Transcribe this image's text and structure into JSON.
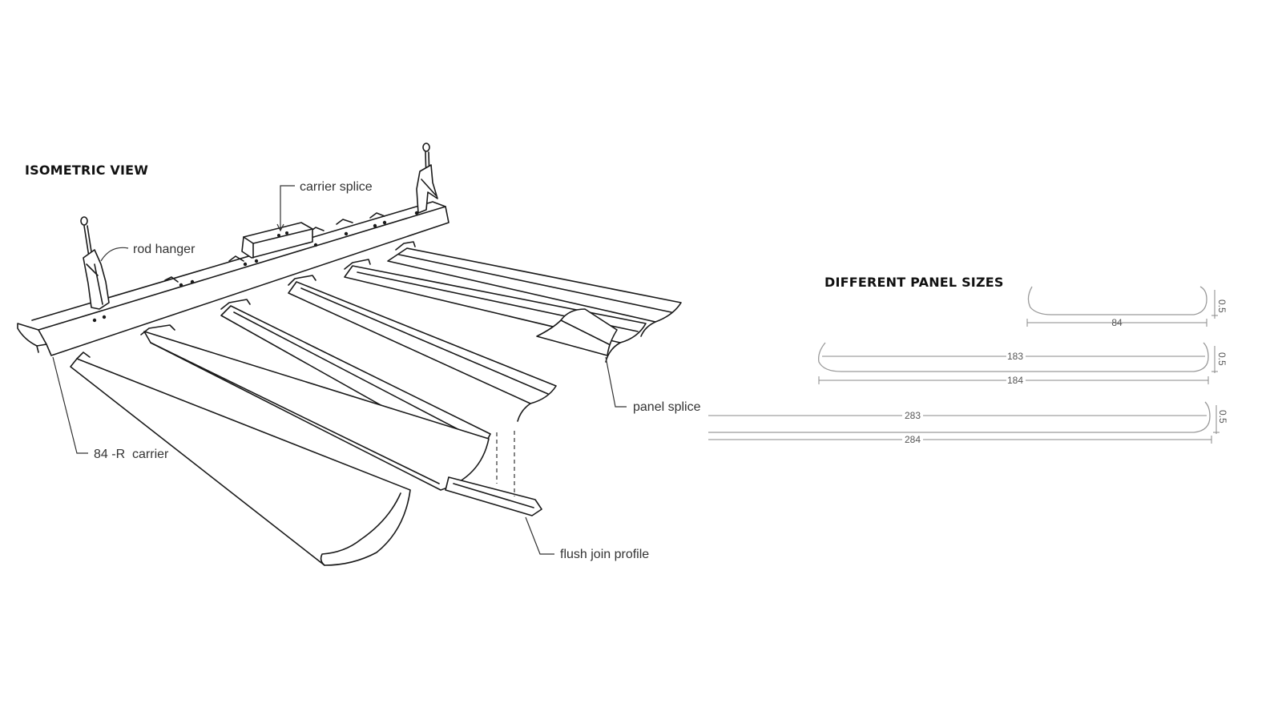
{
  "iso": {
    "title": "ISOMETRIC VIEW",
    "labels": {
      "carrier_splice": "carrier splice",
      "rod_hanger": "rod hanger",
      "panel_splice": "panel splice",
      "carrier": "84 -R  carrier",
      "flush_join": "flush join profile"
    }
  },
  "sizes": {
    "title": "DIFFERENT PANEL SIZES",
    "panels": [
      {
        "inner": "",
        "outer": "84",
        "height": "0.5"
      },
      {
        "inner": "183",
        "outer": "184",
        "height": "0.5"
      },
      {
        "inner": "283",
        "outer": "284",
        "height": "0.5"
      }
    ]
  }
}
